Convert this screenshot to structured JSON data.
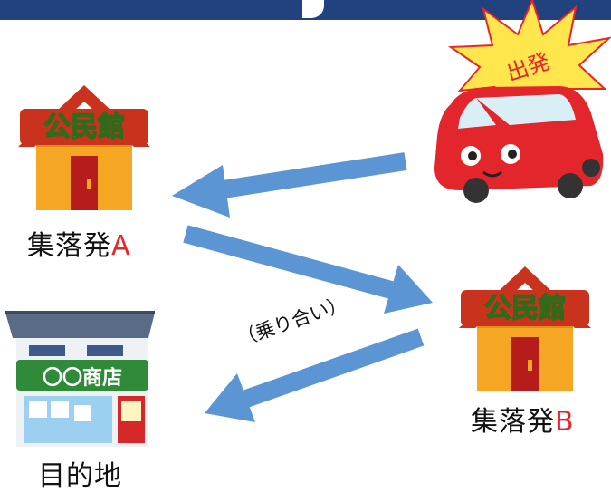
{
  "places": {
    "hall_a": {
      "sign": "公民館",
      "label_main": "集落発",
      "label_letter": "A"
    },
    "hall_b": {
      "sign": "公民館",
      "label_main": "集落発",
      "label_letter": "B"
    },
    "store": {
      "sign": "〇〇商店",
      "label": "目的地"
    }
  },
  "car": {
    "burst_text": "出発"
  },
  "route": {
    "shared_ride_label": "（乗り合い）"
  },
  "colors": {
    "arrow": "#5b95d3",
    "topbar": "#21417f",
    "accent_red": "#e8262a",
    "hall_roof": "#c9321d",
    "hall_wall": "#f5a623",
    "car_body": "#e3262b",
    "burst": "#ffe64d"
  }
}
